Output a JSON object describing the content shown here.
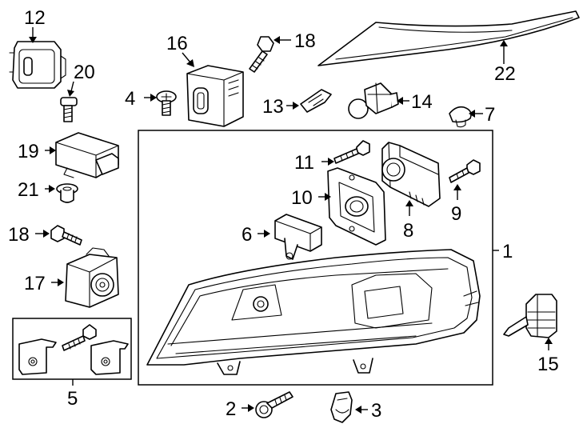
{
  "callouts": {
    "c1": "1",
    "c2": "2",
    "c3": "3",
    "c4": "4",
    "c5": "5",
    "c6": "6",
    "c7": "7",
    "c8": "8",
    "c9": "9",
    "c10": "10",
    "c11": "11",
    "c12": "12",
    "c13": "13",
    "c14": "14",
    "c15": "15",
    "c16": "16",
    "c17": "17",
    "c18a": "18",
    "c18b": "18",
    "c19": "19",
    "c20": "20",
    "c21": "21",
    "c22": "22"
  }
}
